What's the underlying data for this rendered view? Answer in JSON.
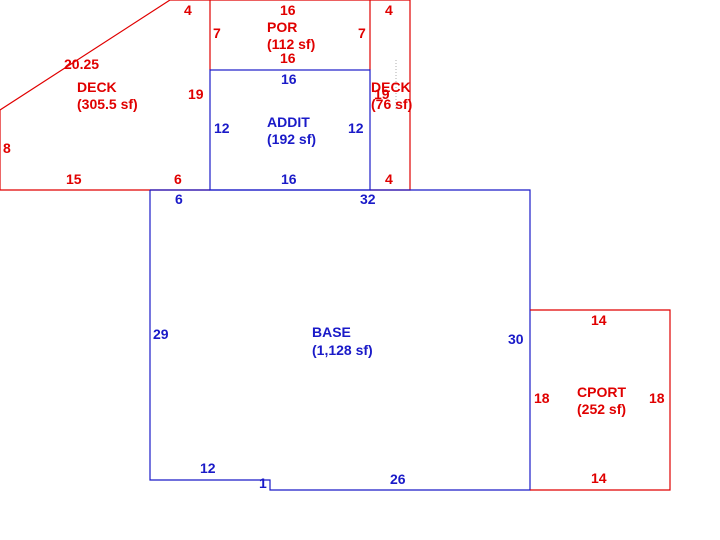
{
  "colors": {
    "red": "#e00000",
    "blue": "#1a1ac8"
  },
  "deck_left": {
    "name": "DECK",
    "area": "(305.5 sf)",
    "dims": {
      "top": "4",
      "diag": "20.25",
      "right": "19",
      "left": "8",
      "bottom_a": "15",
      "bottom_b": "6"
    }
  },
  "porch": {
    "name": "POR",
    "area": "(112 sf)",
    "dims": {
      "top": "16",
      "bottom": "16",
      "left": "7",
      "right": "7"
    }
  },
  "deck_right": {
    "name": "DECK",
    "area": "(76 sf)",
    "dims": {
      "top": "4",
      "side": "19",
      "bottom": "4"
    }
  },
  "addition": {
    "name": "ADDIT",
    "area": "(192 sf)",
    "dims": {
      "top": "16",
      "bottom": "16",
      "left": "12",
      "right": "12"
    }
  },
  "base": {
    "name": "BASE",
    "area": "(1,128 sf)",
    "dims": {
      "top_left": "6",
      "top_right": "32",
      "left": "29",
      "right": "30",
      "bottom_a": "12",
      "jog": "1",
      "bottom_b": "26"
    }
  },
  "carport": {
    "name": "CPORT",
    "area": "(252 sf)",
    "dims": {
      "top": "14",
      "bottom": "14",
      "left": "18",
      "right": "18"
    }
  }
}
